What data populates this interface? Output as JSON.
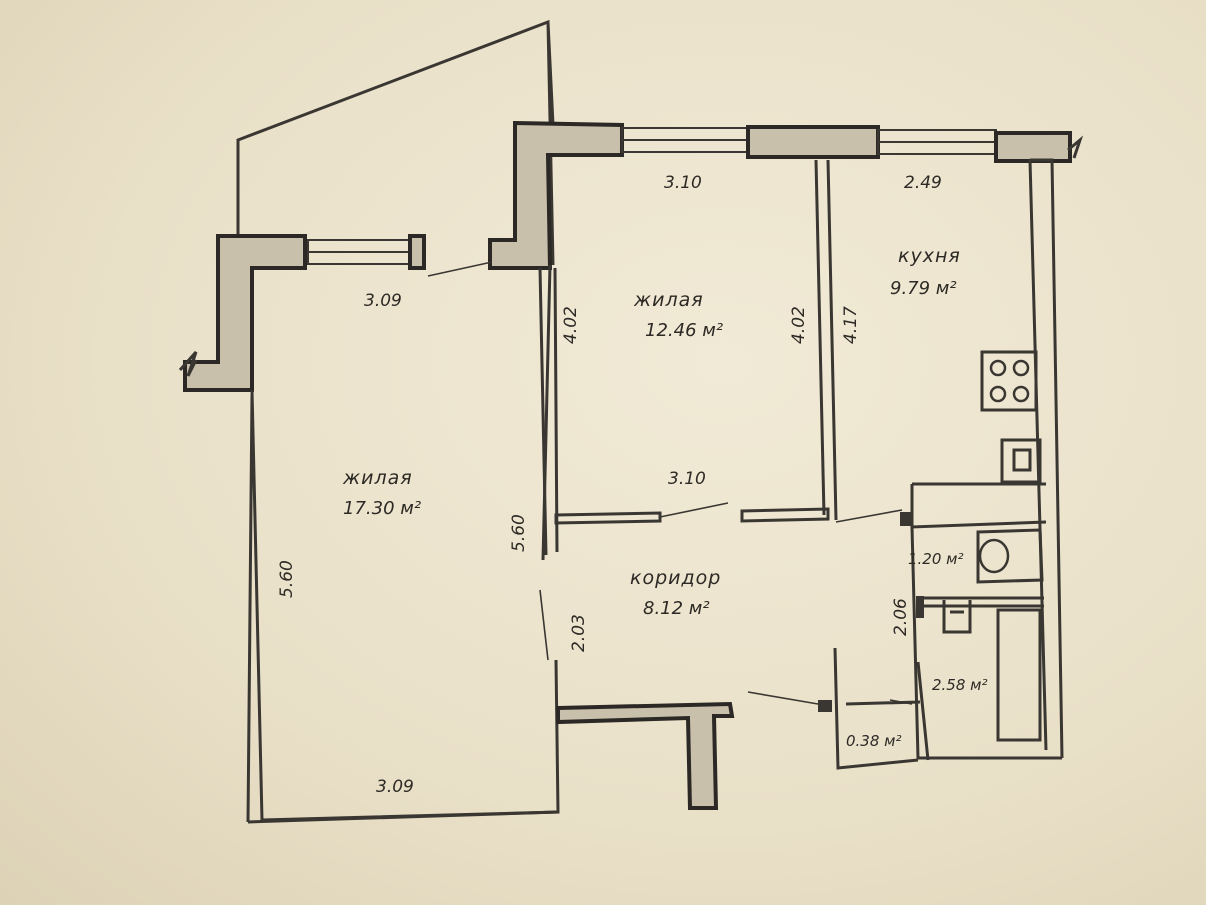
{
  "rooms": {
    "living_big": {
      "name": "жилая",
      "area": "17.30 м²"
    },
    "living_small": {
      "name": "жилая",
      "area": "12.46 м²"
    },
    "kitchen": {
      "name": "кухня",
      "area": "9.79 м²"
    },
    "corridor": {
      "name": "коридор",
      "area": "8.12 м²"
    },
    "bath": {
      "area": "1.20 м²"
    },
    "wc": {
      "area": "2.58 м²"
    },
    "closet": {
      "area": "0.38 м²"
    }
  },
  "dimensions": {
    "d_top_small": "3.10",
    "d_top_kitchen": "2.49",
    "d_top_big": "3.09",
    "d_bottom_big": "3.09",
    "d_left_big": "5.60",
    "d_right_big": "5.60",
    "d_left_small": "4.02",
    "d_right_small": "4.02",
    "d_kitchen_side": "4.17",
    "d_small_bottom": "3.10",
    "d_corridor_left": "2.03",
    "d_corridor_right": "2.06"
  },
  "colors": {
    "paper": "#ede5cf",
    "ink": "#2d2a26",
    "wall_fill": "#c9c0ab"
  }
}
